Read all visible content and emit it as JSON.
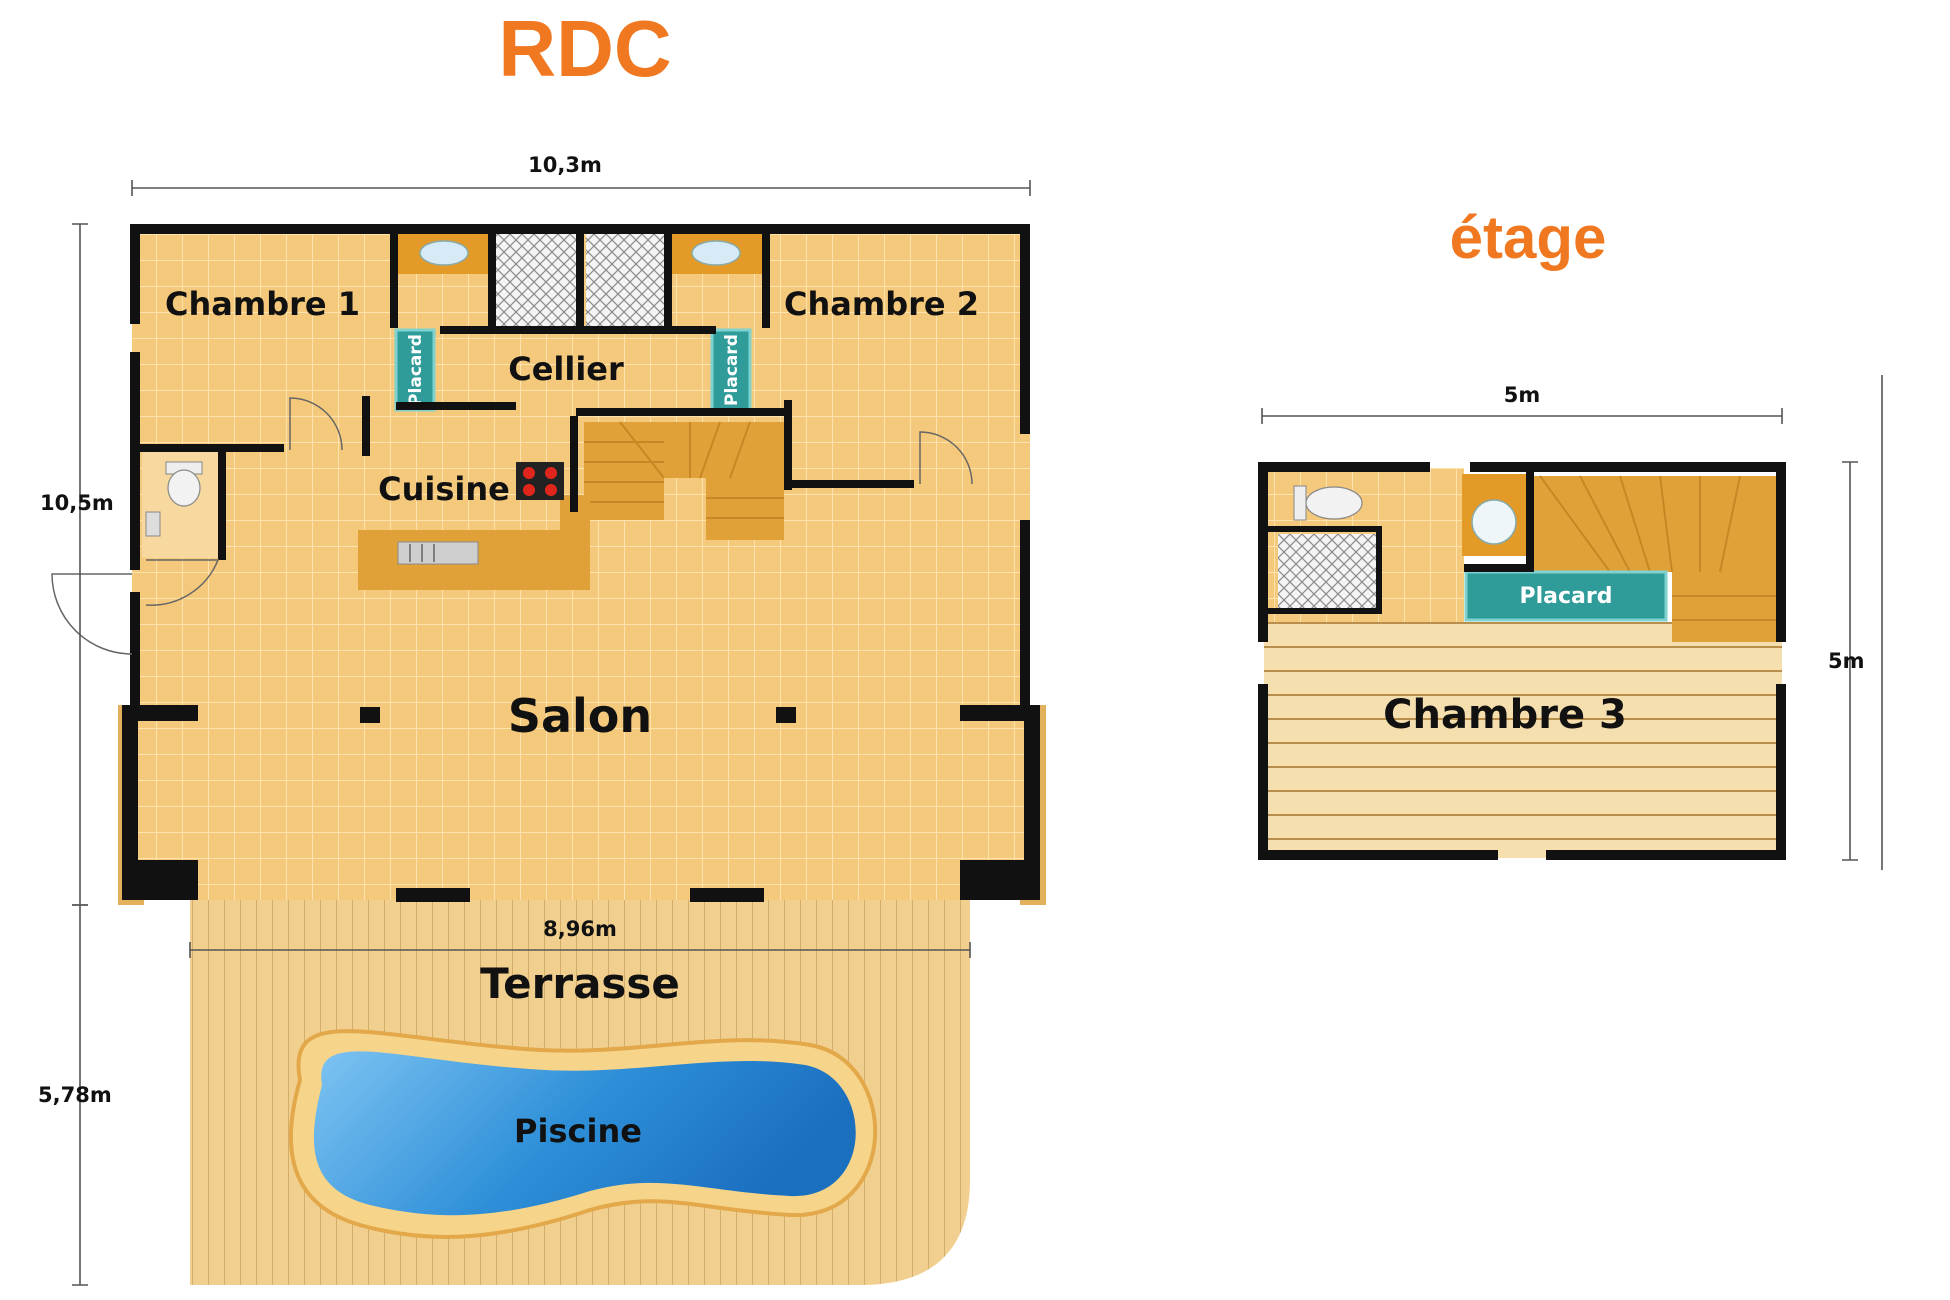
{
  "ground_floor": {
    "title": "RDC",
    "dimensions": {
      "width": "10,3m",
      "depth": "10,5m",
      "terrace_width": "8,96m",
      "terrace_depth": "5,78m"
    },
    "rooms": {
      "bedroom1": "Chambre 1",
      "bedroom2": "Chambre 2",
      "pantry": "Cellier",
      "kitchen": "Cuisine",
      "living": "Salon",
      "terrace": "Terrasse",
      "pool": "Piscine",
      "closet1": "Placard",
      "closet2": "Placard"
    }
  },
  "upper_floor": {
    "title": "étage",
    "dimensions": {
      "width": "5m",
      "depth": "5m"
    },
    "rooms": {
      "bedroom3": "Chambre 3",
      "closet": "Placard"
    }
  },
  "colors": {
    "title_orange": "#f07820",
    "tile_fill": "#f5c97b",
    "tile_grid": "#ffe3ad",
    "wall": "#111111",
    "stairs": "#e0a238",
    "closet_teal": "#2f9c9a",
    "pool_blue": "#2e8fd8",
    "pool_border": "#f6d489",
    "deck": "#f1d08f",
    "floorboards": "#f6dfae"
  }
}
